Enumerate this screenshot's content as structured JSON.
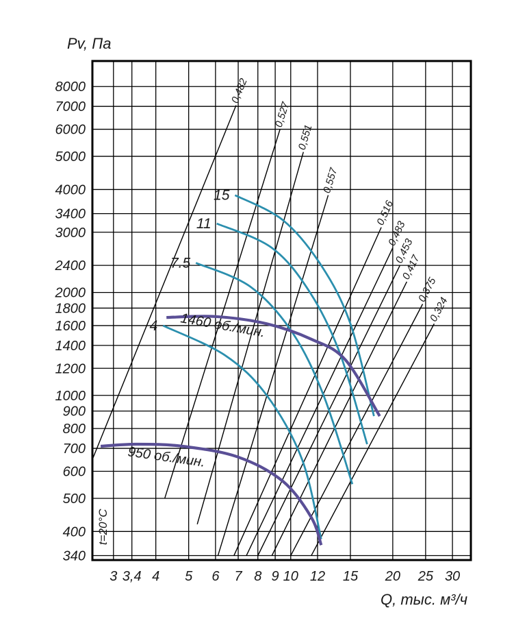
{
  "chart_data": {
    "type": "line",
    "xlabel": "Q, тыс. м³/ч",
    "ylabel": "Pv, Па",
    "x_scale": "log",
    "y_scale": "log",
    "xlim": [
      2.6,
      34
    ],
    "ylim": [
      330,
      9500
    ],
    "grid": true,
    "x_ticks": [
      {
        "value": 3,
        "label": "3"
      },
      {
        "value": 3.4,
        "label": "3,4"
      },
      {
        "value": 4,
        "label": "4"
      },
      {
        "value": 5,
        "label": "5"
      },
      {
        "value": 6,
        "label": "6"
      },
      {
        "value": 7,
        "label": "7"
      },
      {
        "value": 8,
        "label": "8"
      },
      {
        "value": 9,
        "label": "9"
      },
      {
        "value": 10,
        "label": "10"
      },
      {
        "value": 12,
        "label": "12"
      },
      {
        "value": 15,
        "label": "15"
      },
      {
        "value": 20,
        "label": "20"
      },
      {
        "value": 25,
        "label": "25"
      },
      {
        "value": 30,
        "label": "30"
      }
    ],
    "y_ticks": [
      {
        "value": 340,
        "label": "340"
      },
      {
        "value": 400,
        "label": "400"
      },
      {
        "value": 500,
        "label": "500"
      },
      {
        "value": 600,
        "label": "600"
      },
      {
        "value": 700,
        "label": "700"
      },
      {
        "value": 800,
        "label": "800"
      },
      {
        "value": 900,
        "label": "900"
      },
      {
        "value": 1000,
        "label": "1000"
      },
      {
        "value": 1200,
        "label": "1200"
      },
      {
        "value": 1400,
        "label": "1400"
      },
      {
        "value": 1600,
        "label": "1600"
      },
      {
        "value": 1800,
        "label": "1800"
      },
      {
        "value": 2000,
        "label": "2000"
      },
      {
        "value": 2400,
        "label": "2400"
      },
      {
        "value": 3000,
        "label": "3000"
      },
      {
        "value": 3400,
        "label": "3400"
      },
      {
        "value": 4000,
        "label": "4000"
      },
      {
        "value": 5000,
        "label": "5000"
      },
      {
        "value": 6000,
        "label": "6000"
      },
      {
        "value": 7000,
        "label": "7000"
      },
      {
        "value": 8000,
        "label": "8000"
      }
    ],
    "annotation": "t=20°C",
    "colors": {
      "power_curves": "#2b8fae",
      "rpm_curves": "#5a4f96",
      "lines": "#000000"
    },
    "efficiency_lines": [
      {
        "label": "0,482",
        "points": [
          [
            2.6,
            650
          ],
          [
            6.9,
            7050
          ]
        ]
      },
      {
        "label": "0,527",
        "points": [
          [
            4.25,
            500
          ],
          [
            9.3,
            6000
          ]
        ]
      },
      {
        "label": "0,551",
        "points": [
          [
            5.3,
            420
          ],
          [
            10.9,
            5150
          ]
        ]
      },
      {
        "label": "0,557",
        "points": [
          [
            6.1,
            340
          ],
          [
            12.9,
            3850
          ]
        ]
      },
      {
        "label": "0,516",
        "points": [
          [
            6.8,
            340
          ],
          [
            18.5,
            3100
          ]
        ]
      },
      {
        "label": "0,483",
        "points": [
          [
            7.4,
            340
          ],
          [
            20.0,
            2700
          ]
        ]
      },
      {
        "label": "0,453",
        "points": [
          [
            8.0,
            340
          ],
          [
            21.0,
            2400
          ]
        ]
      },
      {
        "label": "0,417",
        "points": [
          [
            8.8,
            340
          ],
          [
            22.0,
            2150
          ]
        ]
      },
      {
        "label": "0,375",
        "points": [
          [
            10.0,
            340
          ],
          [
            24.5,
            1850
          ]
        ]
      },
      {
        "label": "0,324",
        "points": [
          [
            11.5,
            340
          ],
          [
            26.5,
            1620
          ]
        ]
      }
    ],
    "power_curves": [
      {
        "label": "15",
        "points": [
          [
            6.85,
            3850
          ],
          [
            9.5,
            3250
          ],
          [
            12.3,
            2400
          ],
          [
            15.0,
            1620
          ],
          [
            17.6,
            870
          ]
        ]
      },
      {
        "label": "11",
        "points": [
          [
            6.05,
            3180
          ],
          [
            8.8,
            2700
          ],
          [
            11.4,
            2000
          ],
          [
            14.0,
            1320
          ],
          [
            16.8,
            720
          ]
        ]
      },
      {
        "label": "7.5",
        "points": [
          [
            5.25,
            2440
          ],
          [
            7.6,
            2080
          ],
          [
            10.1,
            1530
          ],
          [
            12.5,
            1000
          ],
          [
            15.2,
            550
          ]
        ]
      },
      {
        "label": "4",
        "points": [
          [
            4.2,
            1600
          ],
          [
            6.4,
            1310
          ],
          [
            8.5,
            1000
          ],
          [
            10.8,
            650
          ],
          [
            12.3,
            380
          ]
        ]
      }
    ],
    "rpm_curves": [
      {
        "label": "1460 об./мин.",
        "points": [
          [
            4.3,
            1690
          ],
          [
            6.0,
            1700
          ],
          [
            8.5,
            1620
          ],
          [
            11.5,
            1460
          ],
          [
            14.5,
            1270
          ],
          [
            18.3,
            870
          ]
        ]
      },
      {
        "label": "950 об./мин.",
        "points": [
          [
            2.75,
            710
          ],
          [
            3.5,
            720
          ],
          [
            4.8,
            710
          ],
          [
            7.0,
            660
          ],
          [
            9.5,
            560
          ],
          [
            11.5,
            440
          ],
          [
            12.3,
            365
          ]
        ]
      }
    ],
    "curve_labels_rpm": [
      "1460 об./мин.",
      "950 об./мин."
    ]
  }
}
